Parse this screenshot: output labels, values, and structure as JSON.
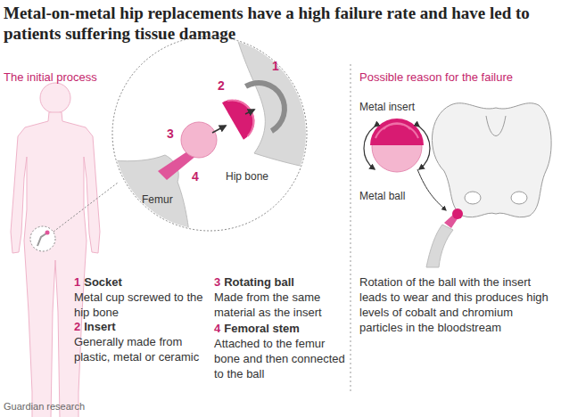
{
  "diagram": {
    "title": "Metal-on-metal hip replacements have a high failure rate and have led to patients suffering tissue damage",
    "caption": "Guardian research",
    "nodes": [
      {
        "text": [
          "1",
          "2",
          "3",
          "4",
          "Femur",
          "Hip bone"
        ]
      }
    ],
    "labels": [
      "The initial process",
      "Possible reason for the failure",
      "1",
      "Socket",
      "Metal cup screwed to the hip bone",
      "2",
      "Insert",
      "Generally made from plastic, metal or ceramic",
      "3",
      "Rotating ball",
      "Made from the same material as the insert",
      "4",
      "Femoral stem",
      "Attached to the femur bone and then connected to the ball",
      "Metal insert",
      "Metal ball",
      "Rotation of the ball with the insert leads to wear and this produces high levels of cobalt and chromium particles in the bloodstream"
    ]
  }
}
